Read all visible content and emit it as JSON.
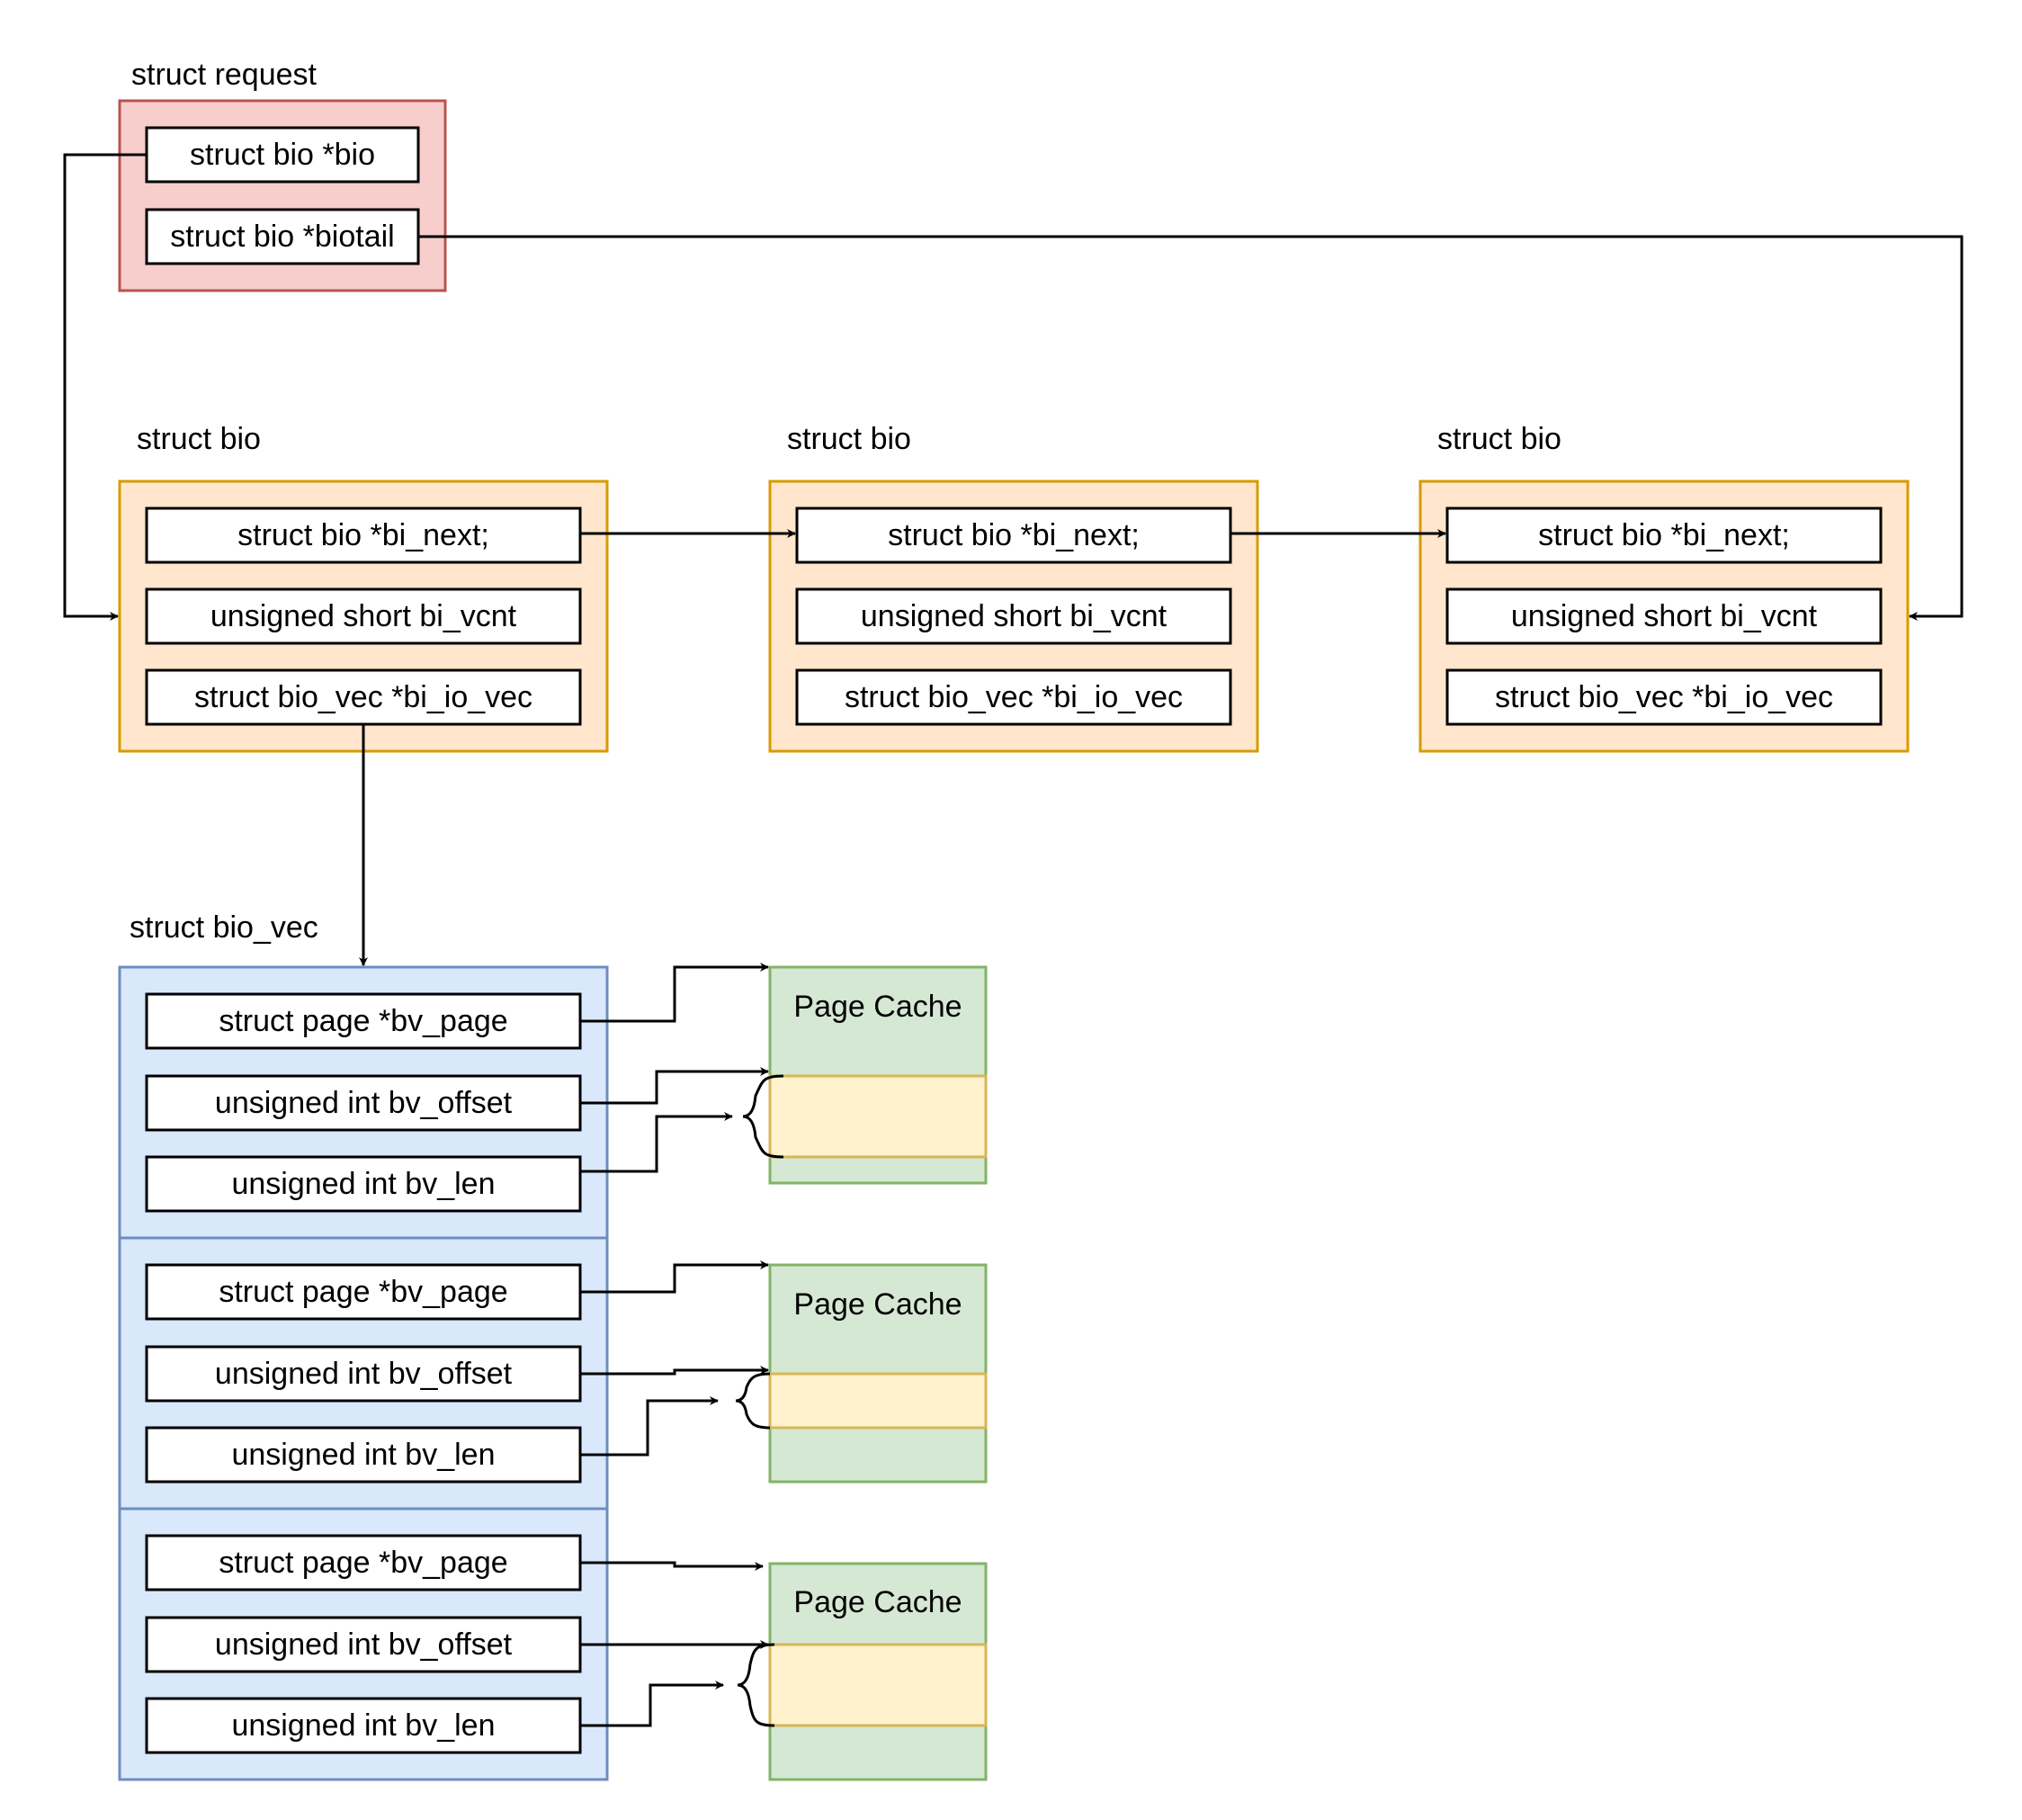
{
  "colors": {
    "request_fill": "#f8cecc",
    "request_stroke": "#b85450",
    "bio_fill": "#ffe6cc",
    "bio_stroke": "#d79b00",
    "biovec_fill": "#dae8fc",
    "biovec_stroke": "#6c8ebf",
    "page_fill": "#d5e8d4",
    "page_stroke": "#82b366",
    "region_fill": "#fff2cc",
    "region_stroke": "#d6b656",
    "line": "#000000"
  },
  "request": {
    "title": "struct request",
    "fields": [
      "struct bio *bio",
      "struct bio *biotail"
    ]
  },
  "bios": [
    {
      "title": "struct bio",
      "fields": [
        "struct bio *bi_next;",
        "unsigned short bi_vcnt",
        "struct bio_vec *bi_io_vec"
      ]
    },
    {
      "title": "struct bio",
      "fields": [
        "struct bio *bi_next;",
        "unsigned short bi_vcnt",
        "struct bio_vec *bi_io_vec"
      ]
    },
    {
      "title": "struct bio",
      "fields": [
        "struct bio *bi_next;",
        "unsigned short bi_vcnt",
        "struct bio_vec *bi_io_vec"
      ]
    }
  ],
  "bio_vec": {
    "title": "struct bio_vec",
    "entries": [
      {
        "fields": [
          "struct page *bv_page",
          "unsigned int bv_offset",
          "unsigned int bv_len"
        ]
      },
      {
        "fields": [
          "struct page *bv_page",
          "unsigned int bv_offset",
          "unsigned int bv_len"
        ]
      },
      {
        "fields": [
          "struct page *bv_page",
          "unsigned int bv_offset",
          "unsigned int bv_len"
        ]
      }
    ]
  },
  "page_caches": [
    {
      "label": "Page Cache"
    },
    {
      "label": "Page Cache"
    },
    {
      "label": "Page Cache"
    }
  ]
}
